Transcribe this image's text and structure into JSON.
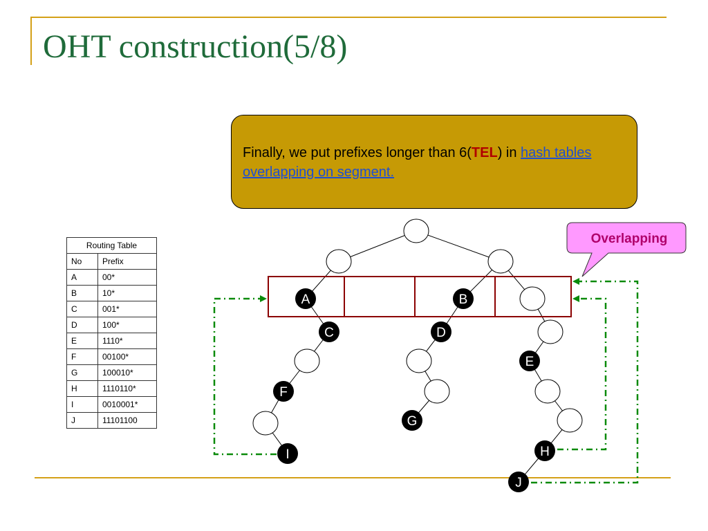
{
  "slide": {
    "title": "OHT construction(5/8)"
  },
  "callout": {
    "text_before": "Finally, we put prefixes longer than 6(",
    "tel": "TEL",
    "text_middle": ") in ",
    "link_text": "hash tables overlapping on segment.",
    "color": "#c69a05"
  },
  "overlap_label": {
    "text": "Overlapping",
    "bg_color": "#ff99ff",
    "text_color": "#b0006b"
  },
  "routing_table": {
    "caption": "Routing Table",
    "headers": [
      "No",
      "Prefix"
    ],
    "rows": [
      {
        "no": "A",
        "prefix": "00*"
      },
      {
        "no": "B",
        "prefix": "10*"
      },
      {
        "no": "C",
        "prefix": "001*"
      },
      {
        "no": "D",
        "prefix": "100*"
      },
      {
        "no": "E",
        "prefix": "1110*"
      },
      {
        "no": "F",
        "prefix": "00100*"
      },
      {
        "no": "G",
        "prefix": "100010*"
      },
      {
        "no": "H",
        "prefix": "1110110*"
      },
      {
        "no": "I",
        "prefix": "0010001*"
      },
      {
        "no": "J",
        "prefix": "11101100"
      }
    ]
  },
  "tree": {
    "labels": [
      "A",
      "B",
      "C",
      "D",
      "E",
      "F",
      "G",
      "H",
      "I",
      "J"
    ],
    "segment_color": "#8b0000",
    "arrow_color": "#0a8a0a"
  }
}
